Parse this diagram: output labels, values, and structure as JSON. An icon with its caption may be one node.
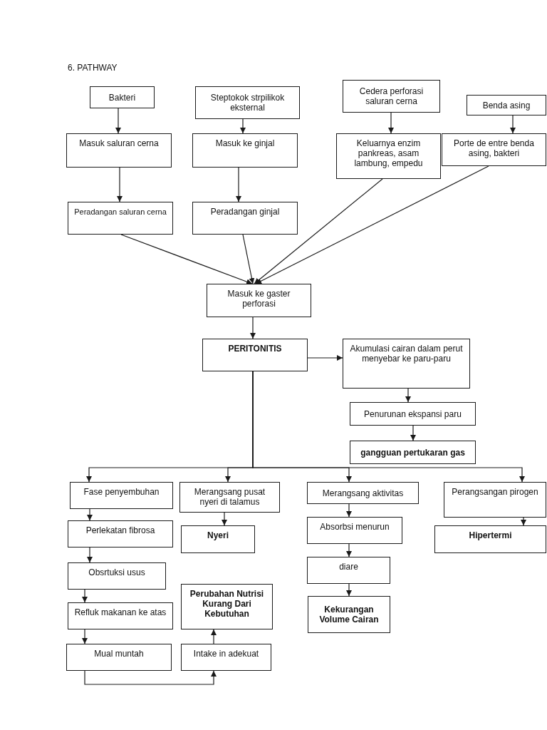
{
  "diagram": {
    "title": "6. PATHWAY",
    "nodes": [
      {
        "text": [
          "Bakteri"
        ]
      },
      {
        "text": [
          "Steptokok  strpilikok eksternal"
        ]
      },
      {
        "text": [
          "Cedera perforasi saluran cerna"
        ]
      },
      {
        "text": [
          "Benda asing"
        ]
      },
      {
        "text": [
          "Masuk saluran cerna"
        ]
      },
      {
        "text": [
          "Masuk ke ginjal"
        ]
      },
      {
        "text": [
          "Keluarnya enzim pankreas, asam lambung, empedu"
        ]
      },
      {
        "text": [
          "Porte de entre benda asing, bakteri"
        ]
      },
      {
        "text": [
          "Peradangan saluran cerna"
        ]
      },
      {
        "text": [
          "Peradangan ginjal"
        ]
      },
      {
        "text": [
          "Masuk ke gaster perforasi"
        ]
      },
      {
        "text": [
          "PERITONITIS"
        ]
      },
      {
        "text": [
          "Akumulasi cairan dalam perut menyebar ke paru-paru"
        ]
      },
      {
        "text": [
          "Penurunan ekspansi paru"
        ]
      },
      {
        "text": [
          "gangguan pertukaran gas"
        ]
      },
      {
        "text": [
          "Fase penyembuhan"
        ]
      },
      {
        "text": [
          "Merangsang pusat nyeri di talamus"
        ]
      },
      {
        "text": [
          "Merangsang aktivitas"
        ]
      },
      {
        "text": [
          "Perangsangan pirogen"
        ]
      },
      {
        "text": [
          "Perlekatan fibrosa"
        ]
      },
      {
        "text": [
          "Nyeri"
        ]
      },
      {
        "text": [
          "Absorbsi menurun"
        ]
      },
      {
        "text": [
          "Hipertermi"
        ]
      },
      {
        "text": [
          "Obsrtuksi usus"
        ]
      },
      {
        "text": [
          "diare"
        ]
      },
      {
        "text": [
          "Perubahan Nutrisi Kurang Dari Kebutuhan"
        ]
      },
      {
        "text": [
          "Kekurangan Volume Cairan"
        ]
      },
      {
        "text": [
          "Refluk makanan ke atas"
        ]
      },
      {
        "text": [
          "Mual muntah"
        ]
      },
      {
        "text": [
          "Intake in adekuat"
        ]
      }
    ],
    "edges": [
      {
        "from": 0,
        "to": 4,
        "arrow": "to"
      },
      {
        "from": 1,
        "to": 5,
        "arrow": "to"
      },
      {
        "from": 2,
        "to": 6,
        "arrow": "to"
      },
      {
        "from": 3,
        "to": 7,
        "arrow": "to"
      },
      {
        "from": 4,
        "to": 8,
        "arrow": "to"
      },
      {
        "from": 5,
        "to": 9,
        "arrow": "to"
      },
      {
        "from": 8,
        "to": 10,
        "arrow": "to"
      },
      {
        "from": 9,
        "to": 10,
        "arrow": "to"
      },
      {
        "from": 6,
        "to": 10,
        "arrow": "to"
      },
      {
        "from": 7,
        "to": 10,
        "arrow": "to"
      },
      {
        "from": 10,
        "to": 11,
        "arrow": "to"
      },
      {
        "from": 11,
        "to": 12,
        "arrow": "to"
      },
      {
        "from": 12,
        "to": 13,
        "arrow": "to"
      },
      {
        "from": 13,
        "to": 14,
        "arrow": "to"
      },
      {
        "from": 11,
        "to": 15,
        "arrow": "to"
      },
      {
        "from": 11,
        "to": 16,
        "arrow": "to"
      },
      {
        "from": 11,
        "to": 17,
        "arrow": "to"
      },
      {
        "from": 11,
        "to": 18,
        "arrow": "to"
      },
      {
        "from": 15,
        "to": 19,
        "arrow": "to"
      },
      {
        "from": 19,
        "to": 23,
        "arrow": "to"
      },
      {
        "from": 23,
        "to": 27,
        "arrow": "to"
      },
      {
        "from": 27,
        "to": 28,
        "arrow": "to"
      },
      {
        "from": 28,
        "to": 29,
        "arrow": "to"
      },
      {
        "from": 29,
        "to": 25,
        "arrow": "to"
      },
      {
        "from": 16,
        "to": 20,
        "arrow": "to"
      },
      {
        "from": 17,
        "to": 21,
        "arrow": "to"
      },
      {
        "from": 21,
        "to": 24,
        "arrow": "to"
      },
      {
        "from": 24,
        "to": 26,
        "arrow": "to"
      },
      {
        "from": 18,
        "to": 22,
        "arrow": "to"
      }
    ]
  }
}
